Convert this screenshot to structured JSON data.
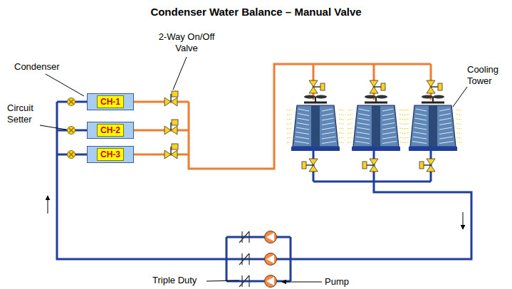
{
  "diagram": {
    "title": "Condenser Water Balance – Manual Valve",
    "nodes": [
      {
        "text": [
          "CH-1"
        ]
      },
      {
        "text": [
          "CH-2"
        ]
      },
      {
        "text": [
          "CH-3"
        ]
      }
    ],
    "labels": [
      "Condenser",
      "Circuit Setter",
      "2-Way On/Off Valve",
      "Cooling Tower",
      "Triple Duty",
      "Pump"
    ]
  }
}
